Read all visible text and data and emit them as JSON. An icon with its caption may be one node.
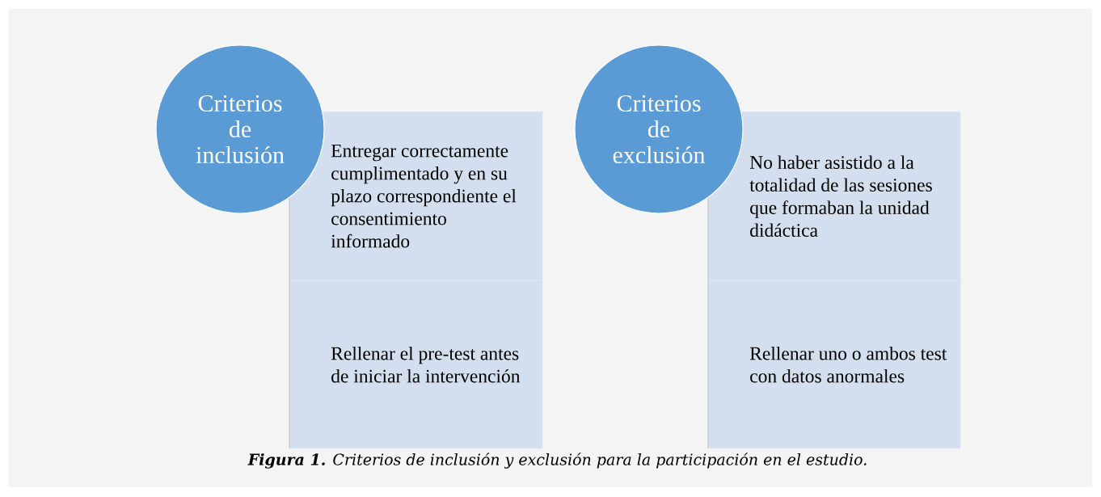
{
  "diagram": {
    "caption": "**Figura 1.** Criterios de inclusión y exclusión para la participación en el estudio.",
    "nodes": [
      {
        "text": [
          "Criterios de inclusión"
        ]
      },
      {
        "text": [
          "Entregar correctamente cumplimentado y en su plazo correspondiente el consentimiento informado"
        ]
      },
      {
        "text": [
          "Rellenar el pre-test antes de iniciar la intervención"
        ]
      },
      {
        "text": [
          "Criterios de exclusión"
        ]
      },
      {
        "text": [
          "No haber asistido a la totalidad de las sesiones que formaban la unidad didáctica"
        ]
      },
      {
        "text": [
          "Rellenar uno o ambos test con datos anormales"
        ]
      }
    ]
  }
}
